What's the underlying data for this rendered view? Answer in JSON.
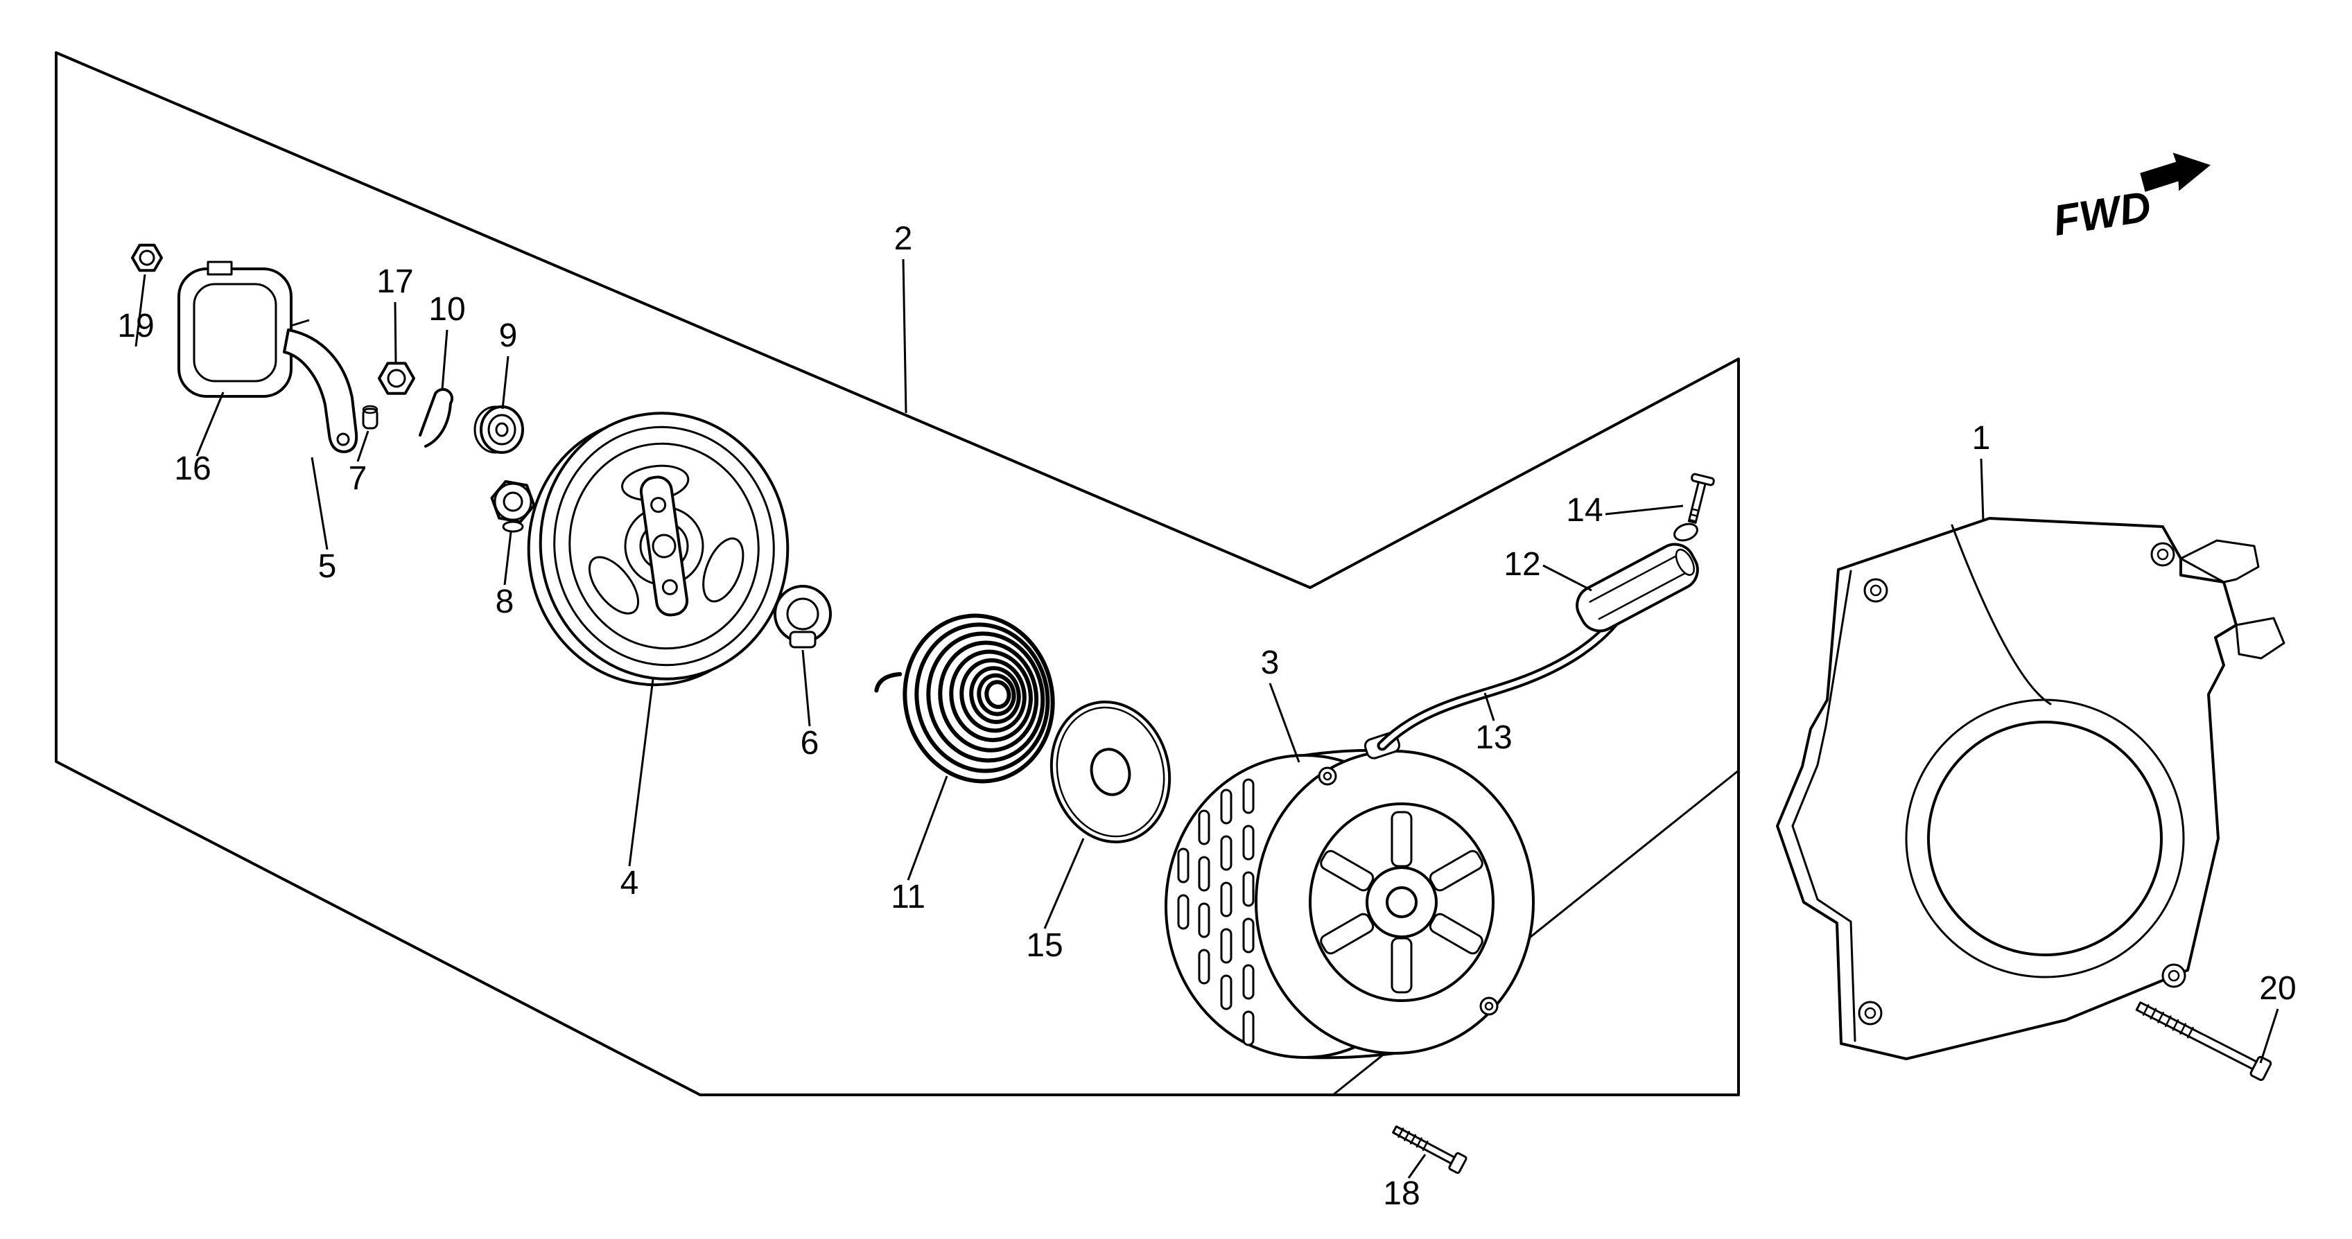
{
  "page": {
    "paper_color": "#ffffff",
    "ink_color": "#000000"
  },
  "fwd": {
    "label": "FWD"
  },
  "callouts": [
    {
      "ref": "1"
    },
    {
      "ref": "2"
    },
    {
      "ref": "3"
    },
    {
      "ref": "4"
    },
    {
      "ref": "5"
    },
    {
      "ref": "6"
    },
    {
      "ref": "7"
    },
    {
      "ref": "8"
    },
    {
      "ref": "9"
    },
    {
      "ref": "10"
    },
    {
      "ref": "11"
    },
    {
      "ref": "12"
    },
    {
      "ref": "13"
    },
    {
      "ref": "14"
    },
    {
      "ref": "15"
    },
    {
      "ref": "16"
    },
    {
      "ref": "17"
    },
    {
      "ref": "18"
    },
    {
      "ref": "19"
    },
    {
      "ref": "20"
    }
  ]
}
